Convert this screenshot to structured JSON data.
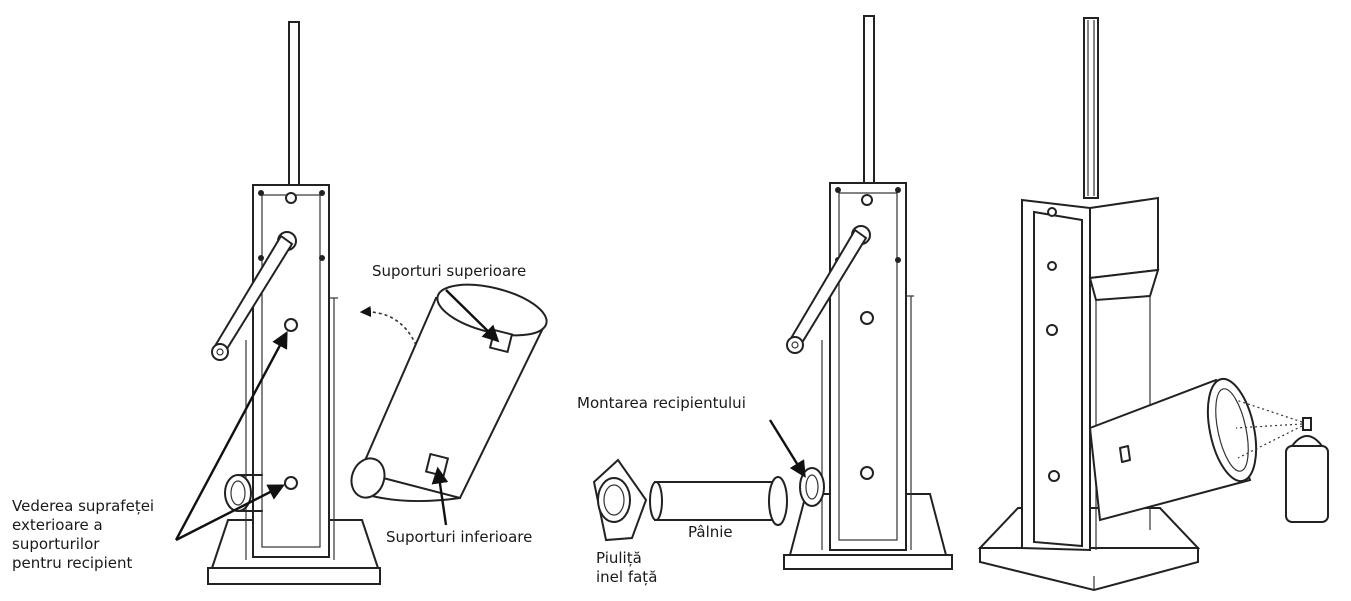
{
  "labels": {
    "upper_supports": "Suporturi superioare",
    "lower_supports": "Suporturi inferioare",
    "outer_view": [
      "Vederea suprafeței",
      "exterioare a",
      "suporturilor",
      "pentru recipient"
    ],
    "mounting": "Montarea recipientului",
    "funnel": "Pâlnie",
    "nut": [
      "Piuliță",
      "inel față"
    ]
  },
  "colors": {
    "ink": "#222222",
    "background": "#ffffff"
  }
}
